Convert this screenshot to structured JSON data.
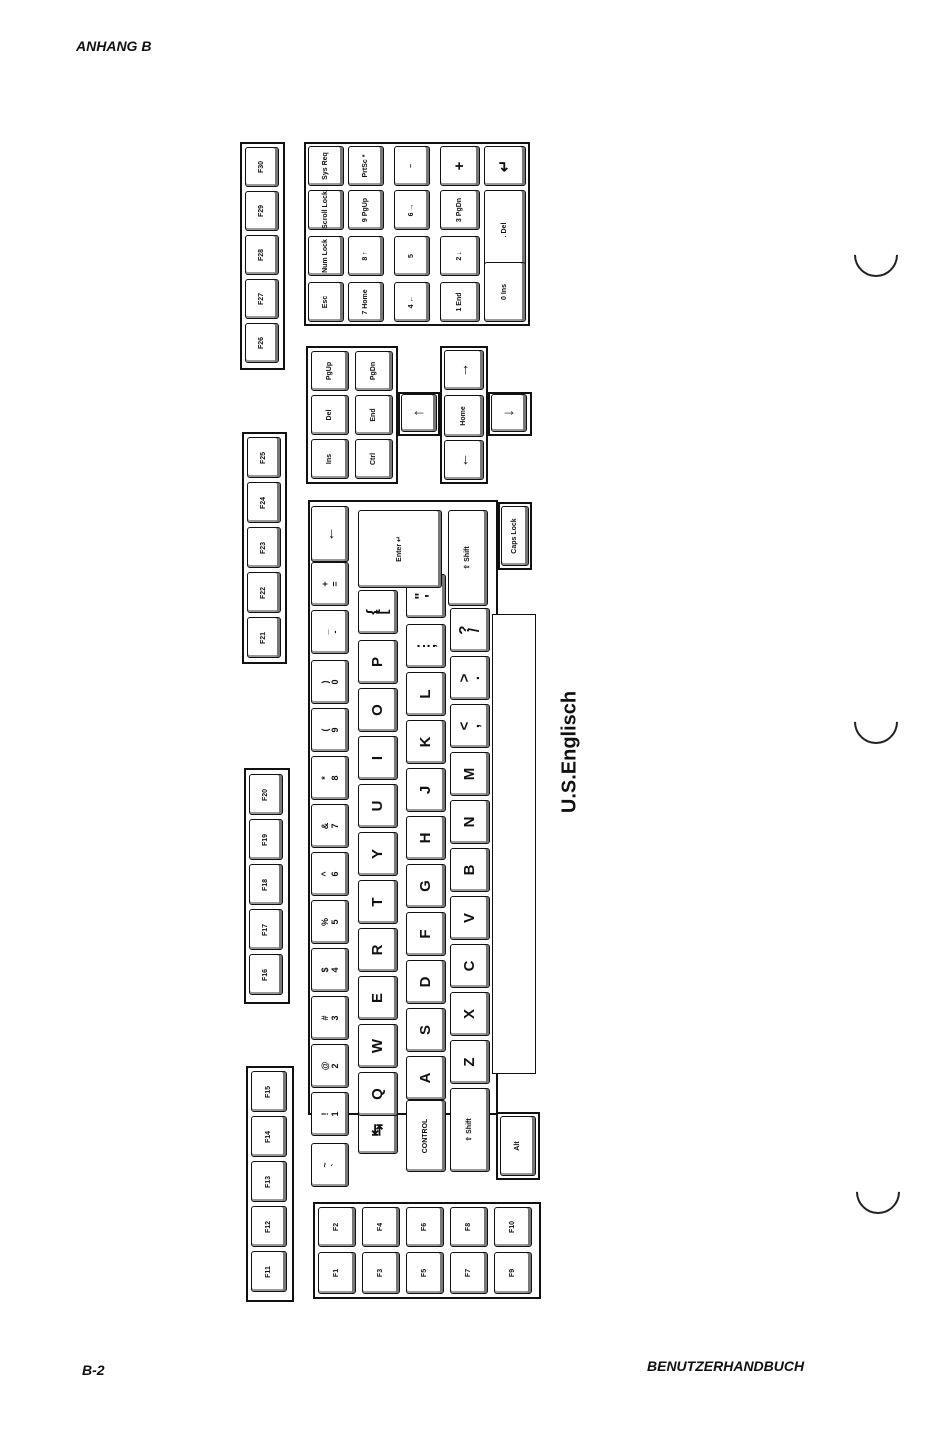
{
  "header": {
    "chapter": "ANHANG B"
  },
  "caption": "U.S.Englisch",
  "footer": {
    "page": "B-2",
    "manual": "BENUTZERHANDBUCH"
  },
  "keyboard": {
    "top_fkeys": [
      "F30",
      "F29",
      "F28",
      "F27",
      "F26",
      "F25",
      "F24",
      "F23",
      "F22",
      "F21",
      "F20",
      "F19",
      "F18",
      "F17",
      "F16",
      "F15",
      "F14",
      "F13",
      "F12",
      "F11"
    ],
    "left_fkeys": [
      "F2",
      "F1",
      "F4",
      "F3",
      "F6",
      "F5",
      "F8",
      "F7",
      "F10",
      "F9"
    ],
    "numpad": [
      "Sys Req",
      "Scroll Lock",
      "Num Lock",
      "Esc",
      "PrtSc *",
      "9 PgUp",
      "8 ↑",
      "7 Home",
      "−",
      "6 →",
      "5",
      "4 ←",
      "+",
      "3 PgDn",
      "2 ↓",
      "1 End",
      ". Del",
      "0 Ins",
      "↵"
    ],
    "edit_keys": [
      "PgUp",
      "Del",
      "Ins",
      "PgDn",
      "End",
      "Ctrl"
    ],
    "arrow_keys": [
      "↑",
      "Home",
      "←",
      "→",
      "↓"
    ],
    "row_numbers": [
      "~ `",
      "! 1",
      "@ 2",
      "# 3",
      "$ 4",
      "% 5",
      "^ 6",
      "& 7",
      "* 8",
      "( 9",
      ") 0",
      "_ -",
      "+ =",
      "| \\",
      "←"
    ],
    "row_qwerty": [
      "↹",
      "Q",
      "W",
      "E",
      "R",
      "T",
      "Y",
      "U",
      "I",
      "O",
      "P",
      "{ [",
      "} ]"
    ],
    "row_asdf": [
      "CONTROL",
      "A",
      "S",
      "D",
      "F",
      "G",
      "H",
      "J",
      "K",
      "L",
      ": ;",
      "\" '",
      "Enter ↵"
    ],
    "row_zxcv": [
      "⇧ Shift",
      "Z",
      "X",
      "C",
      "V",
      "B",
      "N",
      "M",
      "< ,",
      "> .",
      "? /",
      "⇧ Shift"
    ],
    "row_bottom": [
      "Alt",
      "Caps Lock"
    ]
  }
}
